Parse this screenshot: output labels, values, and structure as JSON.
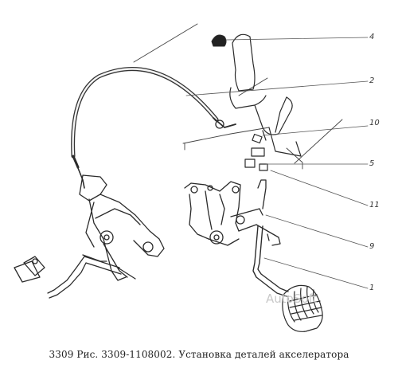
{
  "caption": "3309 Рис. 3309-1108002. Установка деталей акселератора",
  "watermark": "AutoSoft",
  "callouts": [
    {
      "id": "4",
      "label": "4"
    },
    {
      "id": "2",
      "label": "2"
    },
    {
      "id": "10",
      "label": "10"
    },
    {
      "id": "5",
      "label": "5"
    },
    {
      "id": "11",
      "label": "11"
    },
    {
      "id": "9",
      "label": "9"
    },
    {
      "id": "1",
      "label": "1"
    }
  ]
}
